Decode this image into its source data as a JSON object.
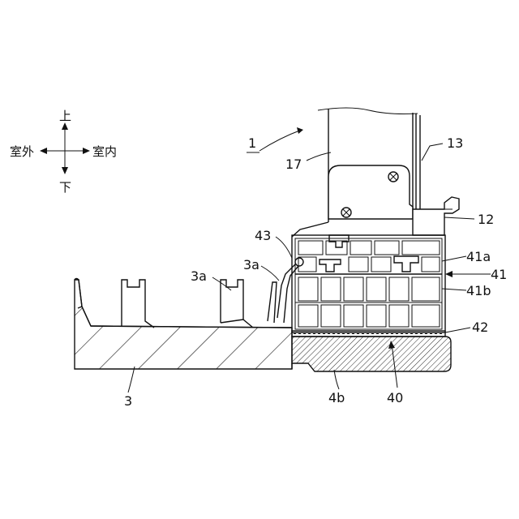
{
  "directions": {
    "up": "上",
    "down": "下",
    "outdoor": "室外",
    "indoor": "室内"
  },
  "labels": {
    "l1": "1",
    "l17": "17",
    "l13": "13",
    "l12": "12",
    "l43": "43",
    "l3a_left": "3a",
    "l3a_right": "3a",
    "l41a": "41a",
    "l41": "41",
    "l41b": "41b",
    "l42": "42",
    "l3": "3",
    "l4b": "4b",
    "l40": "40"
  }
}
